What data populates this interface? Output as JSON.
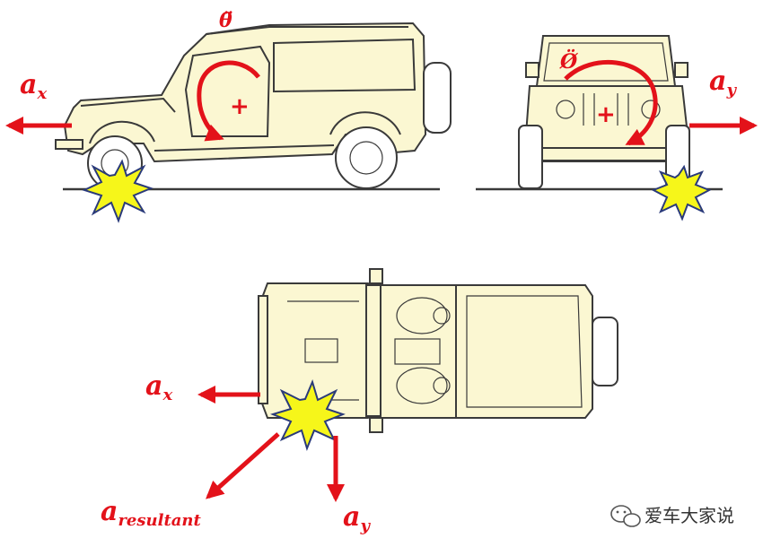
{
  "labels": {
    "side_view_ax_main": "a",
    "side_view_ax_sub": "x",
    "side_view_rotation": "θ̈",
    "front_view_ay_main": "a",
    "front_view_ay_sub": "y",
    "front_view_rotation": "Ø̈",
    "top_view_ax_main": "a",
    "top_view_ax_sub": "x",
    "top_view_ay_main": "a",
    "top_view_ay_sub": "y",
    "top_view_resultant_main": "a",
    "top_view_resultant_sub": "resultant",
    "center_of_gravity_mark": "+"
  },
  "watermark": {
    "text": "爱车大家说"
  },
  "colors": {
    "arrow": "#e3121a",
    "impact_burst": "#f6f61a",
    "vehicle_body": "#fbf7d2"
  }
}
